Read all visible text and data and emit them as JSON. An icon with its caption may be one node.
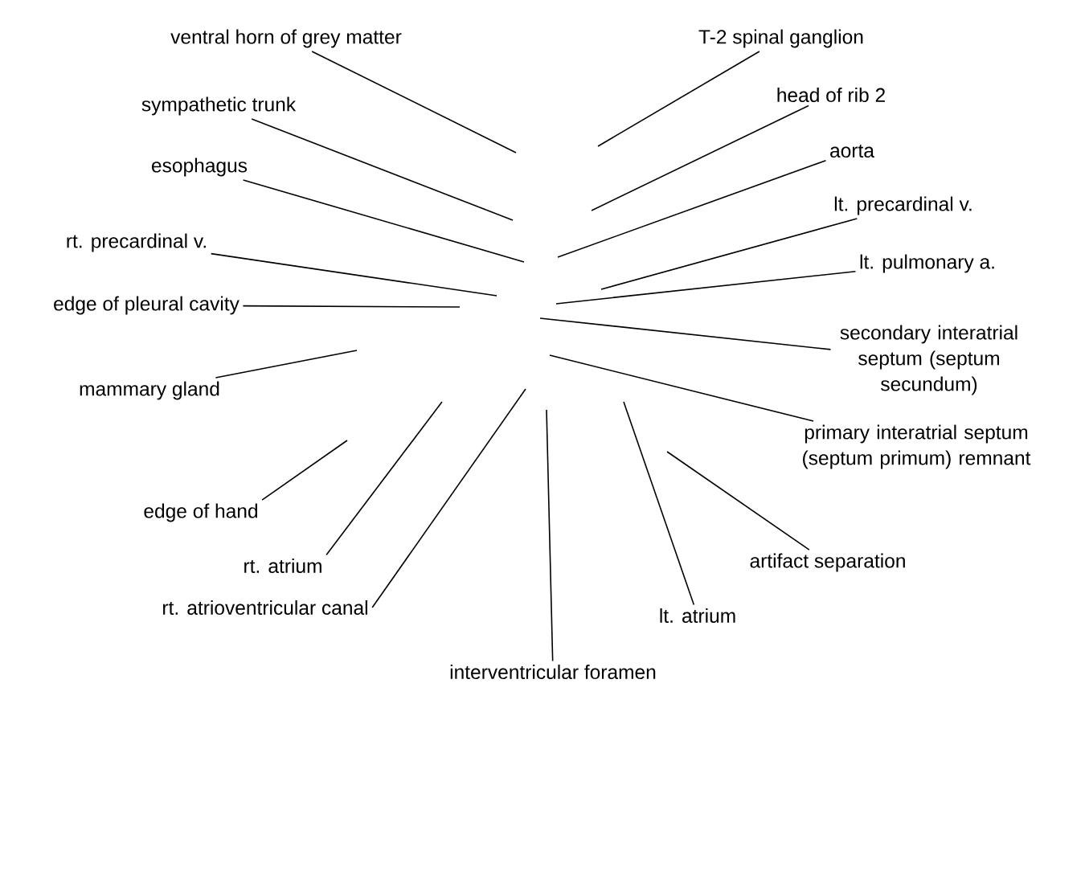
{
  "diagram": {
    "nodes": [
      {
        "text": [
          "ventral horn of grey matter"
        ]
      },
      {
        "text": [
          "sympathetic trunk"
        ]
      },
      {
        "text": [
          "esophagus"
        ]
      },
      {
        "text": [
          "rt. precardinal v."
        ]
      },
      {
        "text": [
          "edge of pleural cavity"
        ]
      },
      {
        "text": [
          "mammary gland"
        ]
      },
      {
        "text": [
          "edge of hand"
        ]
      },
      {
        "text": [
          "rt. atrium"
        ]
      },
      {
        "text": [
          "rt. atrioventricular canal"
        ]
      },
      {
        "text": [
          "interventricular foramen"
        ]
      },
      {
        "text": [
          "T-2 spinal ganglion"
        ]
      },
      {
        "text": [
          "head of rib 2"
        ]
      },
      {
        "text": [
          "aorta"
        ]
      },
      {
        "text": [
          "lt. precardinal v."
        ]
      },
      {
        "text": [
          "lt. pulmonary a."
        ]
      },
      {
        "text": [
          "secondary interatrial septum (septum secundum)"
        ]
      },
      {
        "text": [
          "primary interatrial septum (septum primum) remnant"
        ]
      },
      {
        "text": [
          "artifact separation"
        ]
      },
      {
        "text": [
          "lt. atrium"
        ]
      }
    ],
    "edges": [
      {
        "from": 0,
        "to": null,
        "arrow": "none"
      },
      {
        "from": 1,
        "to": null,
        "arrow": "none"
      },
      {
        "from": 2,
        "to": null,
        "arrow": "none"
      },
      {
        "from": 3,
        "to": null,
        "arrow": "none"
      },
      {
        "from": 4,
        "to": null,
        "arrow": "none"
      },
      {
        "from": 5,
        "to": null,
        "arrow": "none"
      },
      {
        "from": 6,
        "to": null,
        "arrow": "none"
      },
      {
        "from": 7,
        "to": null,
        "arrow": "none"
      },
      {
        "from": 8,
        "to": null,
        "arrow": "none"
      },
      {
        "from": 9,
        "to": null,
        "arrow": "none"
      },
      {
        "from": 10,
        "to": null,
        "arrow": "none"
      },
      {
        "from": 11,
        "to": null,
        "arrow": "none"
      },
      {
        "from": 12,
        "to": null,
        "arrow": "none"
      },
      {
        "from": 13,
        "to": null,
        "arrow": "none"
      },
      {
        "from": 14,
        "to": null,
        "arrow": "none"
      },
      {
        "from": 15,
        "to": null,
        "arrow": "none"
      },
      {
        "from": 16,
        "to": null,
        "arrow": "none"
      },
      {
        "from": 17,
        "to": null,
        "arrow": "none"
      },
      {
        "from": 18,
        "to": null,
        "arrow": "none"
      }
    ]
  }
}
